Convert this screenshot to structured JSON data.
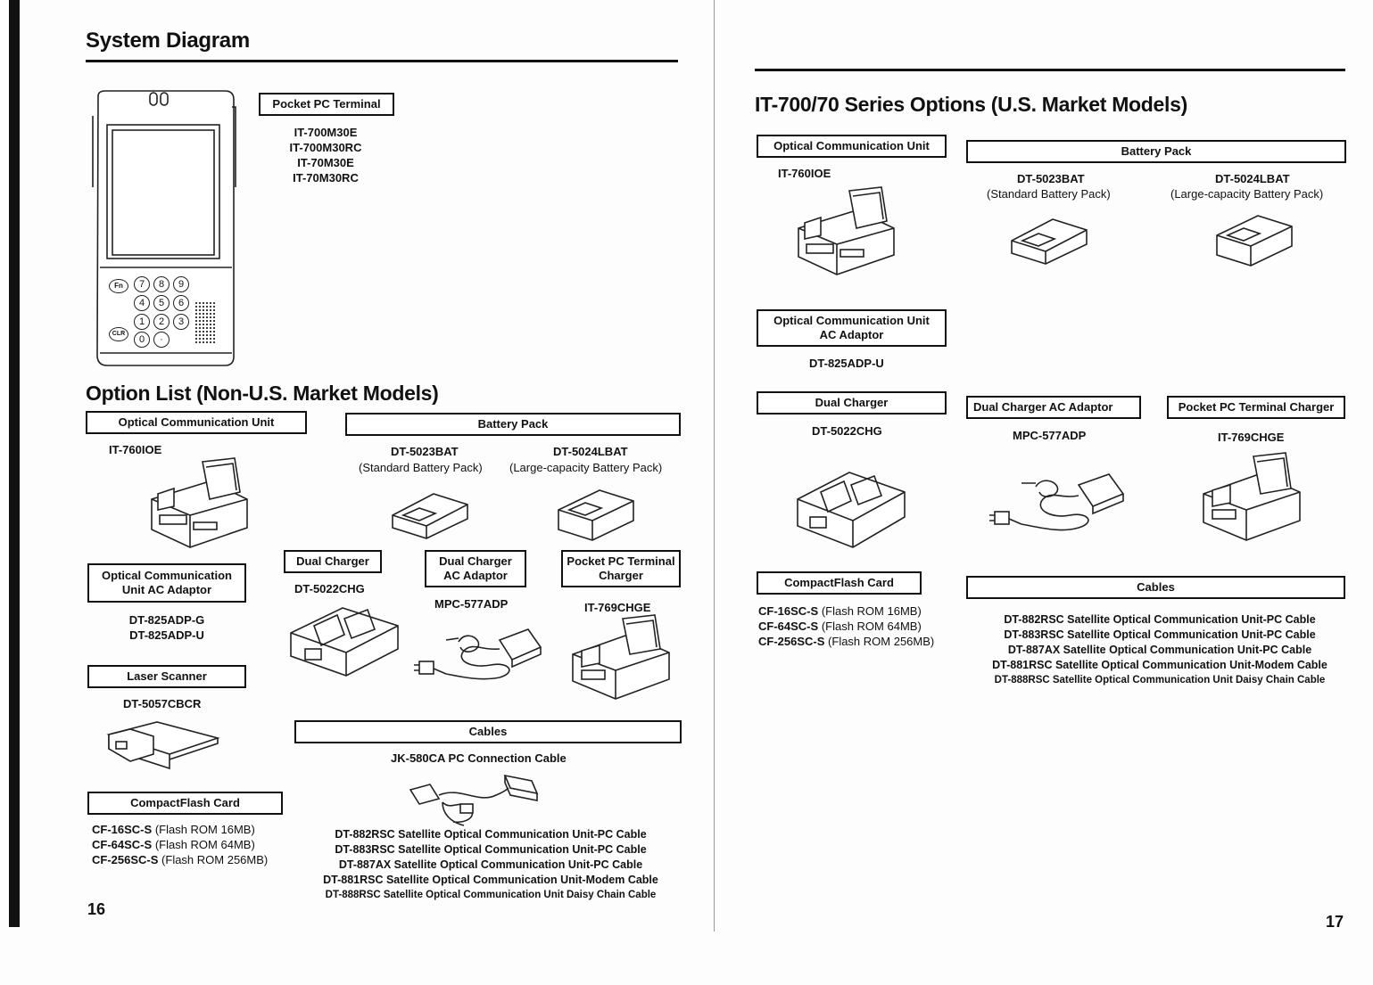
{
  "left": {
    "title": "System Diagram",
    "terminal": {
      "label": "Pocket PC Terminal",
      "models": [
        "IT-700M30E",
        "IT-700M30RC",
        "IT-70M30E",
        "IT-70M30RC"
      ],
      "keys": [
        "7",
        "8",
        "9",
        "4",
        "5",
        "6",
        "1",
        "2",
        "3",
        "0",
        "·"
      ],
      "side_keys": [
        "Fn",
        "CLR"
      ]
    },
    "options_title": "Option List (Non-U.S. Market Models)",
    "occ": {
      "label": "Optical Communication Unit",
      "model": "IT-760IOE"
    },
    "battery": {
      "label": "Battery Pack",
      "standard_model": "DT-5023BAT",
      "standard_desc": "(Standard Battery Pack)",
      "large_model": "DT-5024LBAT",
      "large_desc": "(Large-capacity Battery Pack)"
    },
    "occ_adaptor": {
      "label": "Optical Communication Unit AC Adaptor",
      "models": [
        "DT-825ADP-G",
        "DT-825ADP-U"
      ]
    },
    "dual_charger": {
      "label": "Dual Charger",
      "model": "DT-5022CHG"
    },
    "dual_charger_adaptor": {
      "label": "Dual Charger AC Adaptor",
      "model": "MPC-577ADP"
    },
    "terminal_charger": {
      "label": "Pocket PC Terminal Charger",
      "model": "IT-769CHGE"
    },
    "laser": {
      "label": "Laser Scanner",
      "model": "DT-5057CBCR"
    },
    "cables": {
      "label": "Cables",
      "connection": "JK-580CA PC Connection Cable",
      "list": [
        "DT-882RSC Satellite Optical Communication Unit-PC Cable",
        "DT-883RSC Satellite Optical Communication Unit-PC Cable",
        "DT-887AX Satellite Optical Communication Unit-PC Cable",
        "DT-881RSC Satellite Optical Communication Unit-Modem Cable",
        "DT-888RSC Satellite Optical Communication Unit Daisy Chain Cable"
      ]
    },
    "cf": {
      "label": "CompactFlash Card",
      "cards": [
        {
          "model": "CF-16SC-S",
          "desc": "(Flash ROM 16MB)"
        },
        {
          "model": "CF-64SC-S",
          "desc": "(Flash ROM 64MB)"
        },
        {
          "model": "CF-256SC-S",
          "desc": "(Flash ROM 256MB)"
        }
      ]
    },
    "page_number": "16"
  },
  "right": {
    "title": "IT-700/70 Series Options (U.S. Market Models)",
    "occ": {
      "label": "Optical Communication Unit",
      "model": "IT-760IOE"
    },
    "battery": {
      "label": "Battery Pack",
      "standard_model": "DT-5023BAT",
      "standard_desc": "(Standard Battery Pack)",
      "large_model": "DT-5024LBAT",
      "large_desc": "(Large-capacity Battery Pack)"
    },
    "occ_adaptor": {
      "label_line1": "Optical Communication Unit",
      "label_line2": "AC Adaptor",
      "model": "DT-825ADP-U"
    },
    "dual_charger": {
      "label": "Dual Charger",
      "model": "DT-5022CHG"
    },
    "dual_charger_adaptor": {
      "label": "Dual Charger AC Adaptor",
      "model": "MPC-577ADP"
    },
    "terminal_charger": {
      "label": "Pocket PC Terminal Charger",
      "model": "IT-769CHGE"
    },
    "cf": {
      "label": "CompactFlash Card",
      "cards": [
        {
          "model": "CF-16SC-S",
          "desc": "(Flash ROM 16MB)"
        },
        {
          "model": "CF-64SC-S",
          "desc": "(Flash ROM 64MB)"
        },
        {
          "model": "CF-256SC-S",
          "desc": "(Flash ROM 256MB)"
        }
      ]
    },
    "cables": {
      "label": "Cables",
      "list": [
        "DT-882RSC Satellite Optical Communication Unit-PC Cable",
        "DT-883RSC Satellite Optical Communication Unit-PC Cable",
        "DT-887AX Satellite Optical Communication Unit-PC Cable",
        "DT-881RSC Satellite Optical Communication Unit-Modem Cable",
        "DT-888RSC Satellite Optical Communication Unit Daisy Chain Cable"
      ]
    },
    "page_number": "17"
  }
}
